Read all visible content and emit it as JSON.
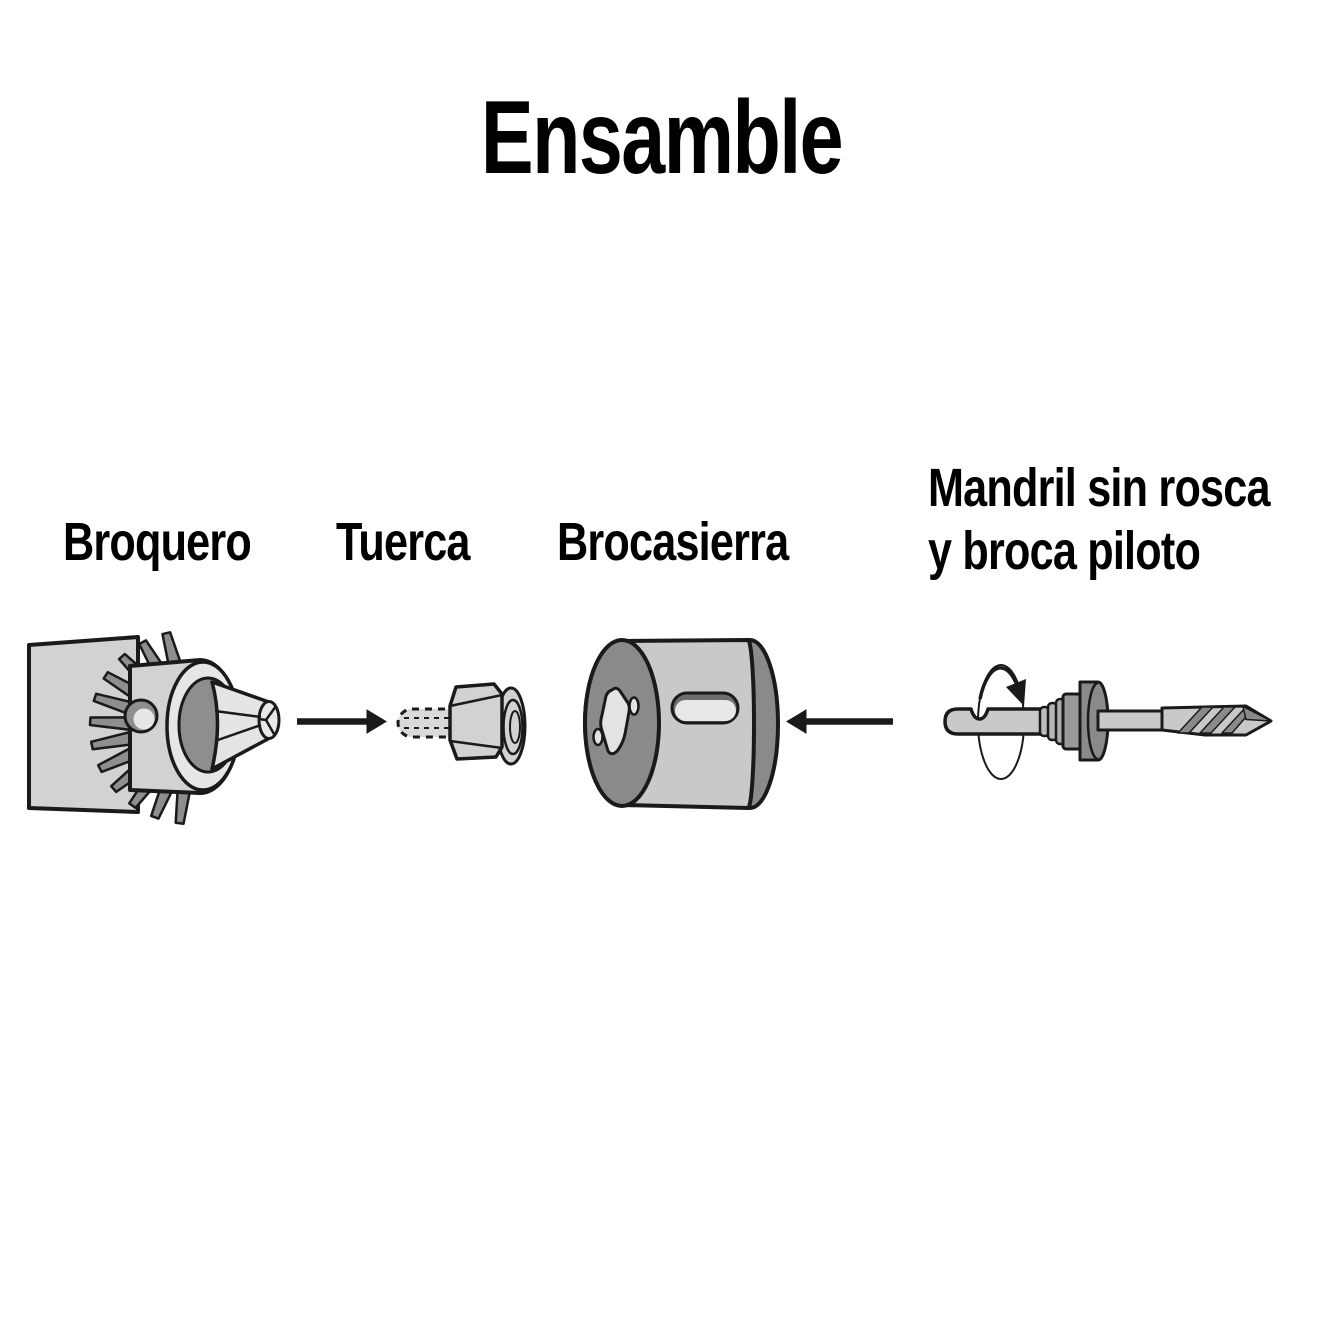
{
  "title": "Ensamble",
  "labels": {
    "broquero": "Broquero",
    "tuerca": "Tuerca",
    "brocasierra": "Brocasierra",
    "mandril_line1": "Mandril sin rosca",
    "mandril_line2": "y broca piloto"
  },
  "illustration": {
    "parts": [
      {
        "name": "drill-chuck",
        "label": "Broquero"
      },
      {
        "name": "arbor-nut",
        "label": "Tuerca"
      },
      {
        "name": "hole-saw",
        "label": "Brocasierra"
      },
      {
        "name": "arbor-with-pilot-bit",
        "label": "Mandril sin rosca y broca piloto"
      }
    ],
    "arrows": [
      {
        "name": "assembly-arrow-right",
        "direction": "right"
      },
      {
        "name": "assembly-arrow-left",
        "direction": "left"
      },
      {
        "name": "rotation-arrow",
        "direction": "clockwise"
      }
    ],
    "palette": {
      "background": "#ffffff",
      "text": "#000000",
      "outline": "#1a1a1a",
      "light_gray": "#d2d2d2",
      "highlight_gray": "#e6e6e6",
      "steel_gray": "#c9c9c9",
      "mid_gray": "#8e8e8e",
      "dark_slot": "#6e6e6e"
    }
  }
}
